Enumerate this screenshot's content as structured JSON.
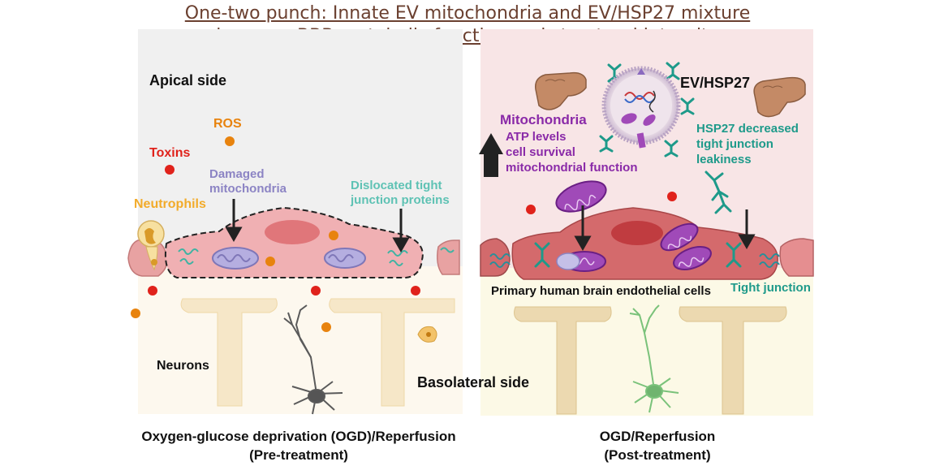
{
  "title": {
    "line1": "One-two punch: Innate EV mitochondria and EV/HSP27 mixture",
    "line2": "increase BBB metabolic function and structural integrity"
  },
  "left_panel": {
    "apical_side": "Apical side",
    "ros": "ROS",
    "toxins": "Toxins",
    "neutrophils": "Neutrophils",
    "damaged_mitochondria": [
      "Damaged",
      "mitochondria"
    ],
    "dislocated_tj": [
      "Dislocated tight",
      "junction proteins"
    ],
    "neurons": "Neurons",
    "caption": [
      "Oxygen-glucose deprivation (OGD)/Reperfusion",
      "(Pre-treatment)"
    ]
  },
  "right_panel": {
    "ev_hsp27": "EV/HSP27",
    "mitochondria": "Mitochondria",
    "mito_effects": [
      "ATP levels",
      "cell survival",
      "mitochondrial function"
    ],
    "hsp27_effect": [
      "HSP27 decreased",
      "tight junction",
      "leakiness"
    ],
    "endothelial_cells": "Primary human brain endothelial cells",
    "tight_junction": "Tight junction",
    "basolateral_side": "Basolateral side",
    "caption": [
      "OGD/Reperfusion",
      "(Post-treatment)"
    ]
  },
  "colors": {
    "title": "#6b4030",
    "ros": "#e8830e",
    "toxins": "#e0221b",
    "neutrophils": "#f2ab2a",
    "damaged_mito": "#8c84c4",
    "dislocated_tj": "#5ec2b4",
    "mitochondria": "#8a2aa8",
    "hsp27": "#1e9a8a"
  }
}
